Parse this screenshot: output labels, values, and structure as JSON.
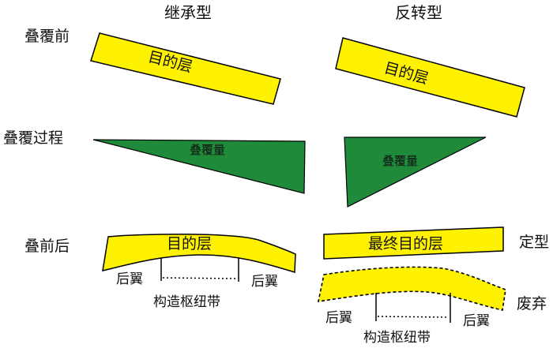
{
  "columns": {
    "inherited": "继承型",
    "reversed": "反转型"
  },
  "rows": {
    "before": "叠覆前",
    "process": "叠覆过程",
    "after": "叠前后"
  },
  "labels": {
    "target_layer": "目的层",
    "overlap_amount": "叠覆量",
    "final_target_layer": "最终目的层",
    "back_wing": "后翼",
    "hinge_zone": "构造枢纽带",
    "finalized": "定型",
    "abandoned": "废弃"
  },
  "colors": {
    "layer_fill": "#FFF200",
    "wedge_fill": "#1E8A3A",
    "outline": "#000000"
  }
}
